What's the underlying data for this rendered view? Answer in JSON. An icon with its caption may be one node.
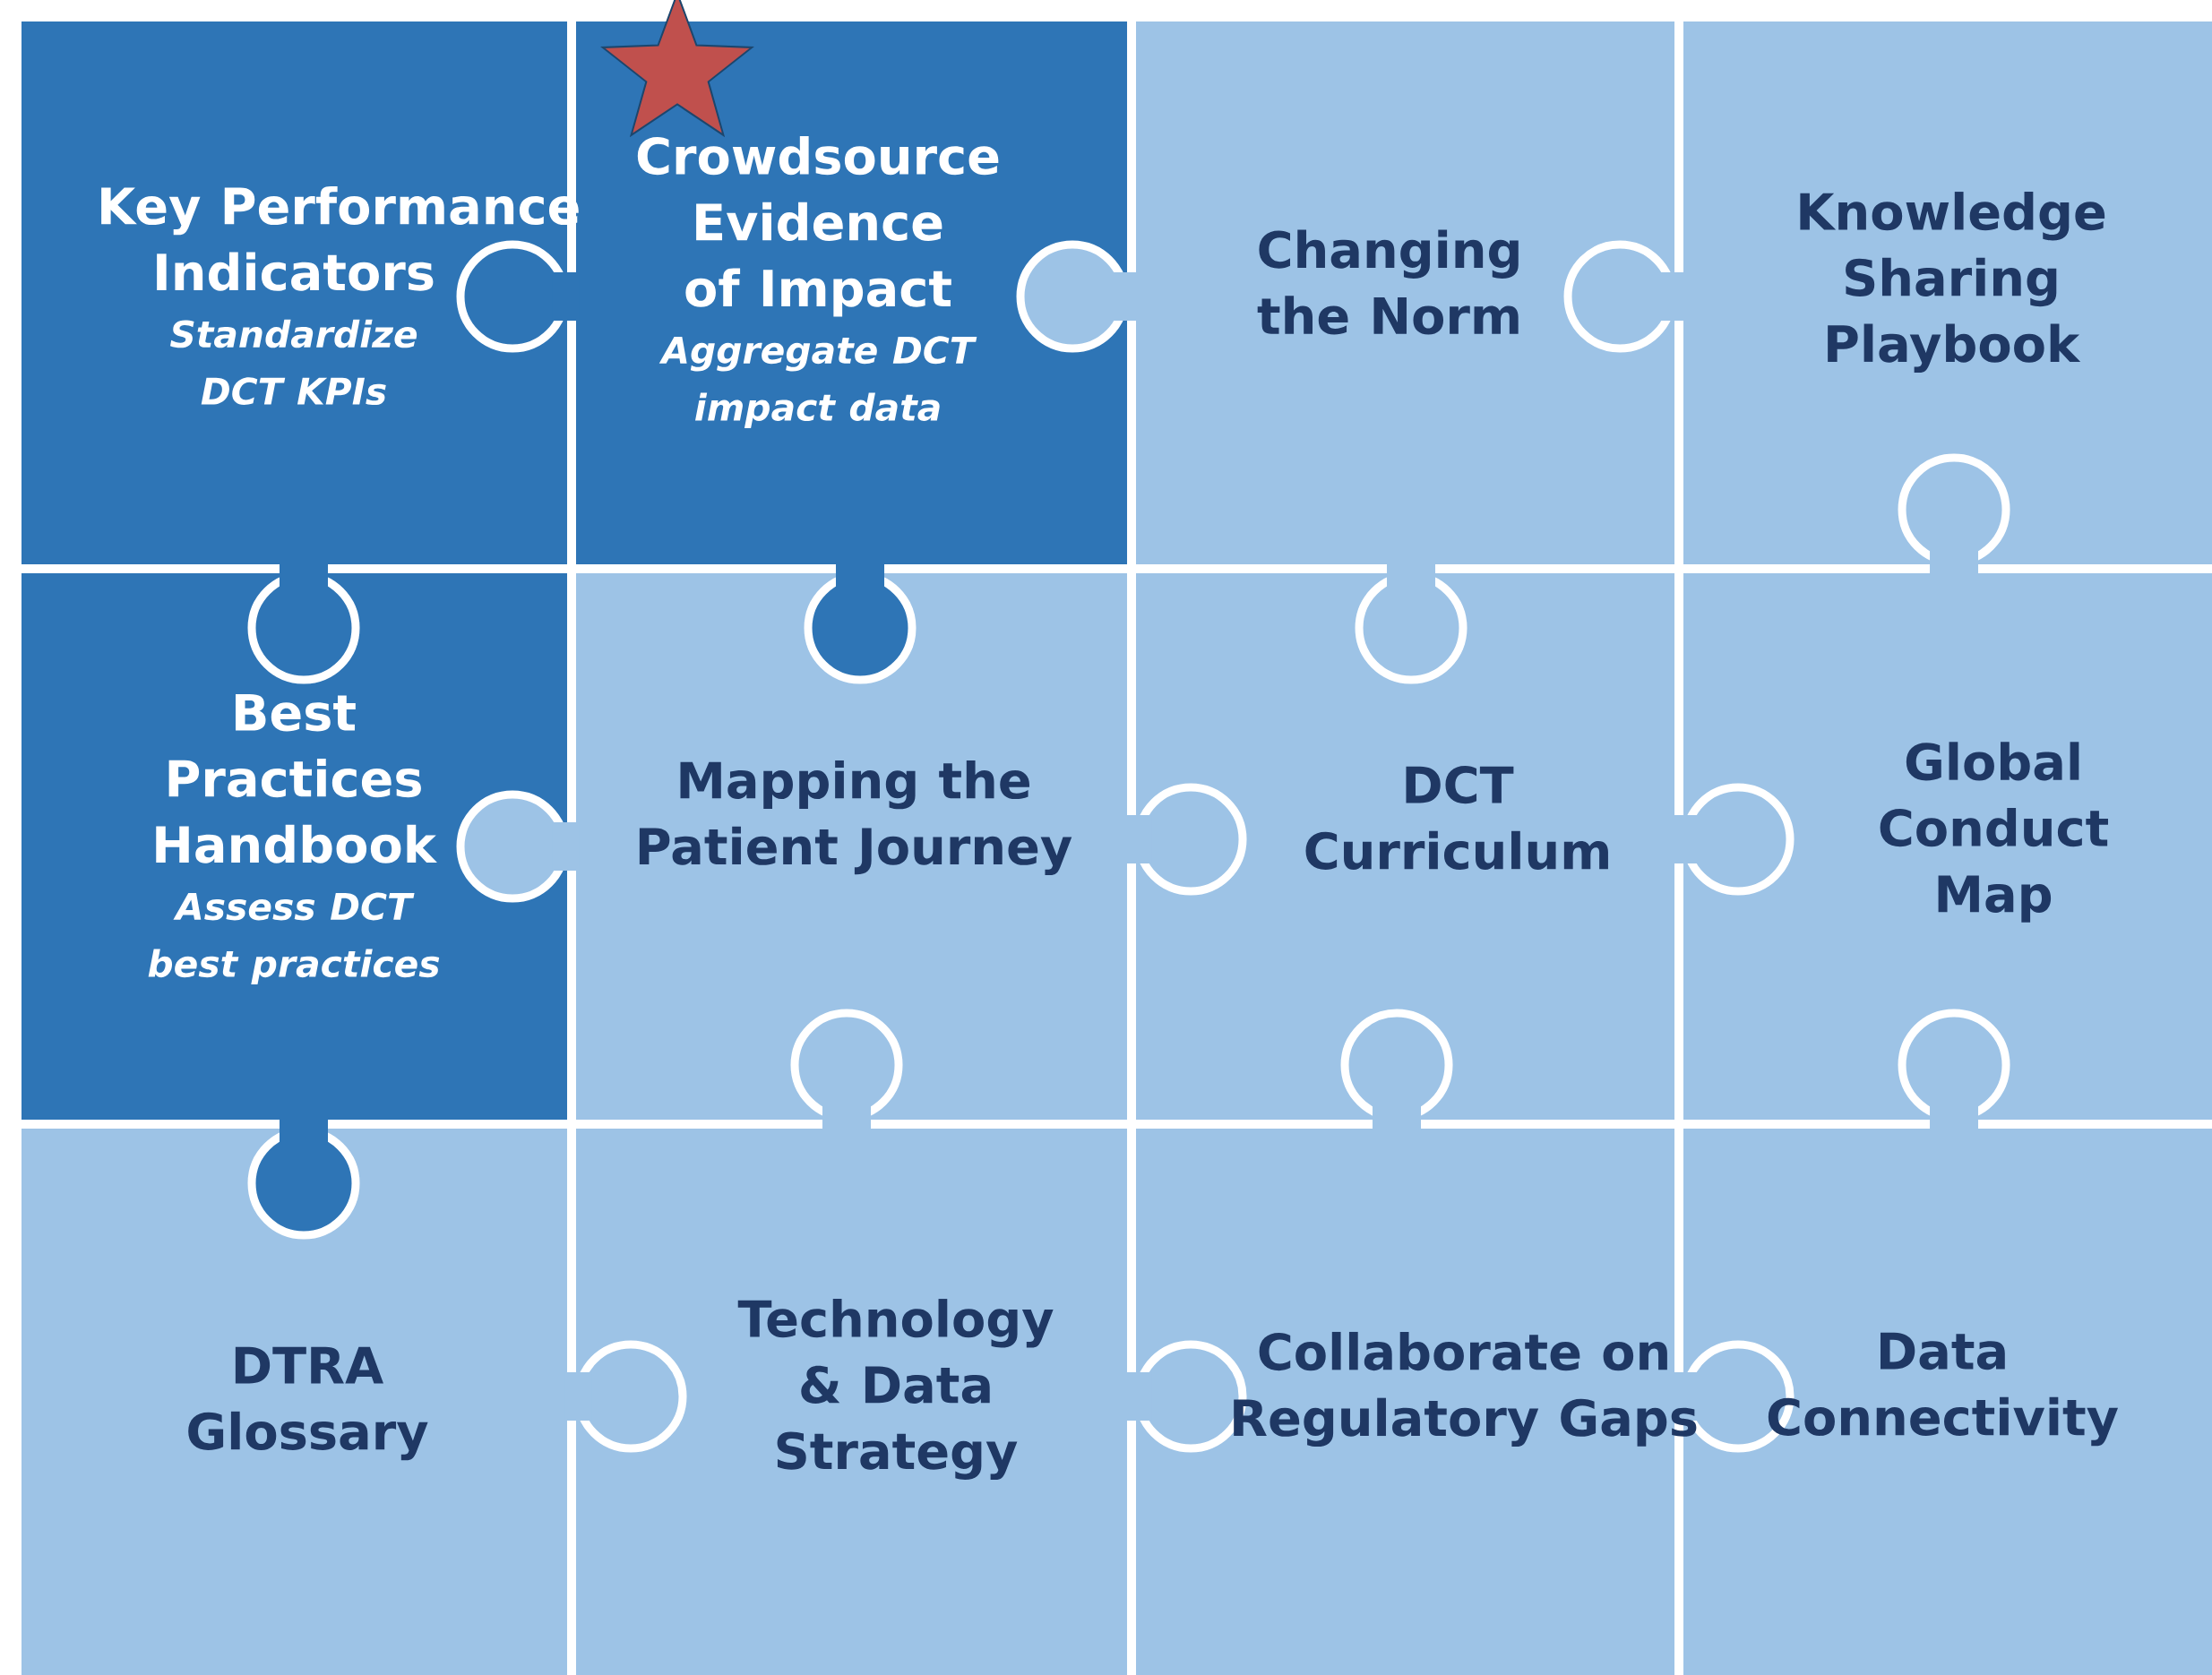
{
  "diagram": {
    "nodes": [
      {
        "text": [
          "Key Performance Indicators",
          "Standardize DCT KPIs"
        ]
      },
      {
        "text": [
          "Crowdsource Evidence of Impact",
          "Aggregate DCT impact data"
        ]
      },
      {
        "text": [
          "Changing the Norm"
        ]
      },
      {
        "text": [
          "Knowledge Sharing Playbook"
        ]
      },
      {
        "text": [
          "Best Practices Handbook",
          "Assess DCT best practices"
        ]
      },
      {
        "text": [
          "Mapping the Patient Journey"
        ]
      },
      {
        "text": [
          "DCT Curriculum"
        ]
      },
      {
        "text": [
          "Global Conduct Map"
        ]
      },
      {
        "text": [
          "DTRA Glossary"
        ]
      },
      {
        "text": [
          "Technology & Data Strategy"
        ]
      },
      {
        "text": [
          "Collaborate on Regulatory Gaps"
        ]
      },
      {
        "text": [
          "Data Connectivity"
        ]
      }
    ]
  }
}
